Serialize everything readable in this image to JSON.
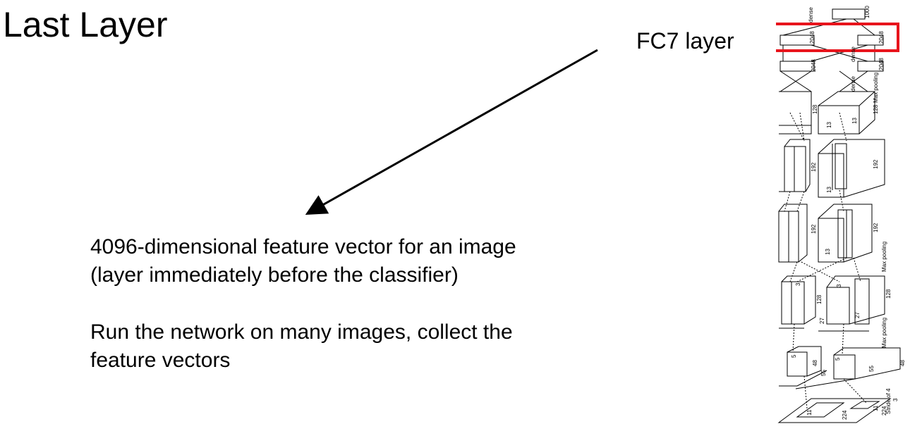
{
  "slide": {
    "title": "Last Layer",
    "fc7_label": "FC7 layer",
    "line1": "4096-dimensional feature vector for an image",
    "line2": "(layer immediately before the classifier)",
    "line3": "Run the network on many images, collect the",
    "line4": "feature vectors"
  },
  "network": {
    "labels": {
      "dense_top": "dense",
      "dense_mid": "dense",
      "dense_low": "dense",
      "n1000": "1000",
      "n2048_a": "2048",
      "n2048_b": "2048",
      "n2048_c": "2048",
      "n2048_d": "2048",
      "maxpool_1": "Max pooling",
      "maxpool_2": "Max pooling",
      "maxpool_3": "Max pooling",
      "n128_a": "128",
      "n128_b": "128",
      "n128_c": "128",
      "n128_d": "128",
      "n13_a": "13",
      "n13_b": "13",
      "n13_c": "13",
      "n13_d": "13",
      "n192_a": "192",
      "n192_b": "192",
      "n192_c": "192",
      "n192_d": "192",
      "n27_a": "27",
      "n27_b": "27",
      "n55_a": "55",
      "n55_b": "55",
      "n48_a": "48",
      "n48_b": "48",
      "n3_a": "3",
      "n3_b": "3",
      "n5_a": "5",
      "n5_b": "5",
      "stride": "Stride of 4",
      "n224_a": "224",
      "n224_b": "224",
      "n11_a": "11",
      "n11_b": "11",
      "n3_in": "3"
    },
    "highlight_color": "#e8141c"
  }
}
